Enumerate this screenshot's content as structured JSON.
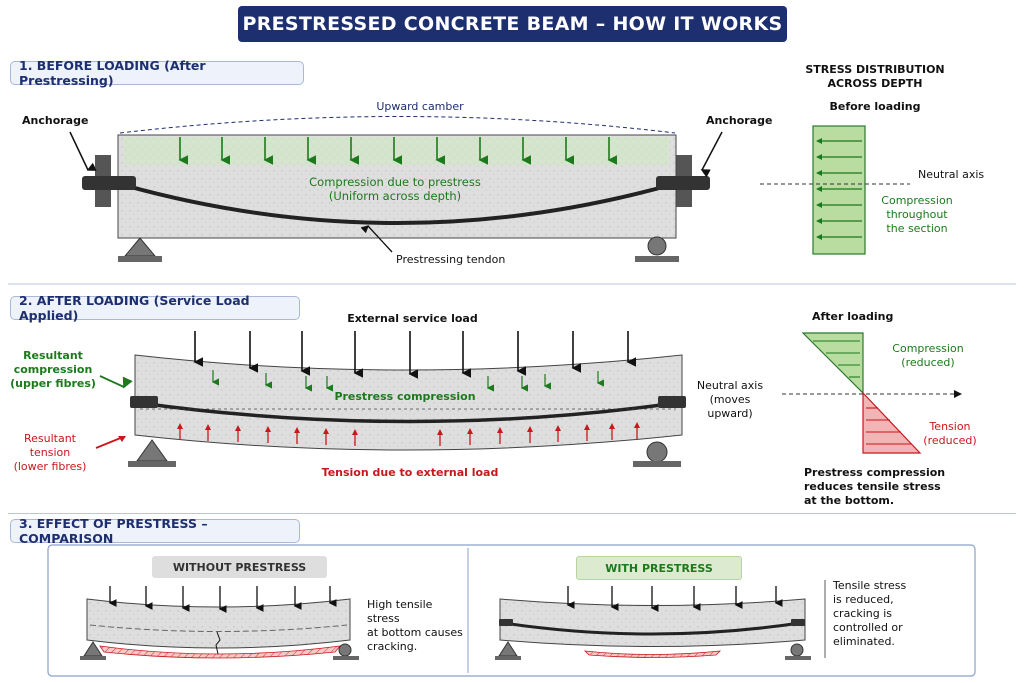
{
  "title": "PRESTRESSED CONCRETE BEAM – HOW IT WORKS",
  "section1": {
    "heading": "1.  BEFORE LOADING (After Prestressing)",
    "upward_camber": "Upward camber",
    "anchorage_left": "Anchorage",
    "anchorage_right": "Anchorage",
    "compression_line1": "Compression due to prestress",
    "compression_line2": "(Uniform across depth)",
    "tendon": "Prestressing tendon"
  },
  "stress_before": {
    "title_line1": "STRESS DISTRIBUTION",
    "title_line2": "ACROSS DEPTH",
    "subtitle": "Before loading",
    "neutral_axis": "Neutral axis",
    "compression_line1": "Compression",
    "compression_line2": "throughout",
    "compression_line3": "the section"
  },
  "section2": {
    "heading": "2.  AFTER LOADING (Service Load Applied)",
    "external_load": "External service load",
    "resultant_comp_line1": "Resultant",
    "resultant_comp_line2": "compression",
    "resultant_comp_line3": "(upper fibres)",
    "prestress_compression": "Prestress compression",
    "resultant_tension_line1": "Resultant",
    "resultant_tension_line2": "tension",
    "resultant_tension_line3": "(lower fibres)",
    "tension_external": "Tension due to external load",
    "neutral_axis_line1": "Neutral axis",
    "neutral_axis_line2": "(moves",
    "neutral_axis_line3": "upward)"
  },
  "stress_after": {
    "subtitle": "After loading",
    "compression_line1": "Compression",
    "compression_line2": "(reduced)",
    "tension_line1": "Tension",
    "tension_line2": "(reduced)",
    "note_line1": "Prestress compression",
    "note_line2": "reduces tensile stress",
    "note_line3": "at the bottom."
  },
  "section3": {
    "heading": "3.  EFFECT OF PRESTRESS – COMPARISON",
    "without_label": "WITHOUT PRESTRESS",
    "without_note_line1": "High tensile stress",
    "without_note_line2": "at bottom causes",
    "without_note_line3": "cracking.",
    "with_label": "WITH PRESTRESS",
    "with_note_line1": "Tensile stress",
    "with_note_line2": "is reduced,",
    "with_note_line3": "cracking is",
    "with_note_line4": "controlled or",
    "with_note_line5": "eliminated."
  },
  "colors": {
    "navy": "#1d2f6f",
    "green": "#1c7a1c",
    "red": "#c8181c",
    "concrete": "#dcdcdc",
    "compression_fill": "#b9dca0",
    "tension_fill": "#f2b4b4",
    "without_pill": "#dedede",
    "with_pill": "#dcebd0"
  }
}
